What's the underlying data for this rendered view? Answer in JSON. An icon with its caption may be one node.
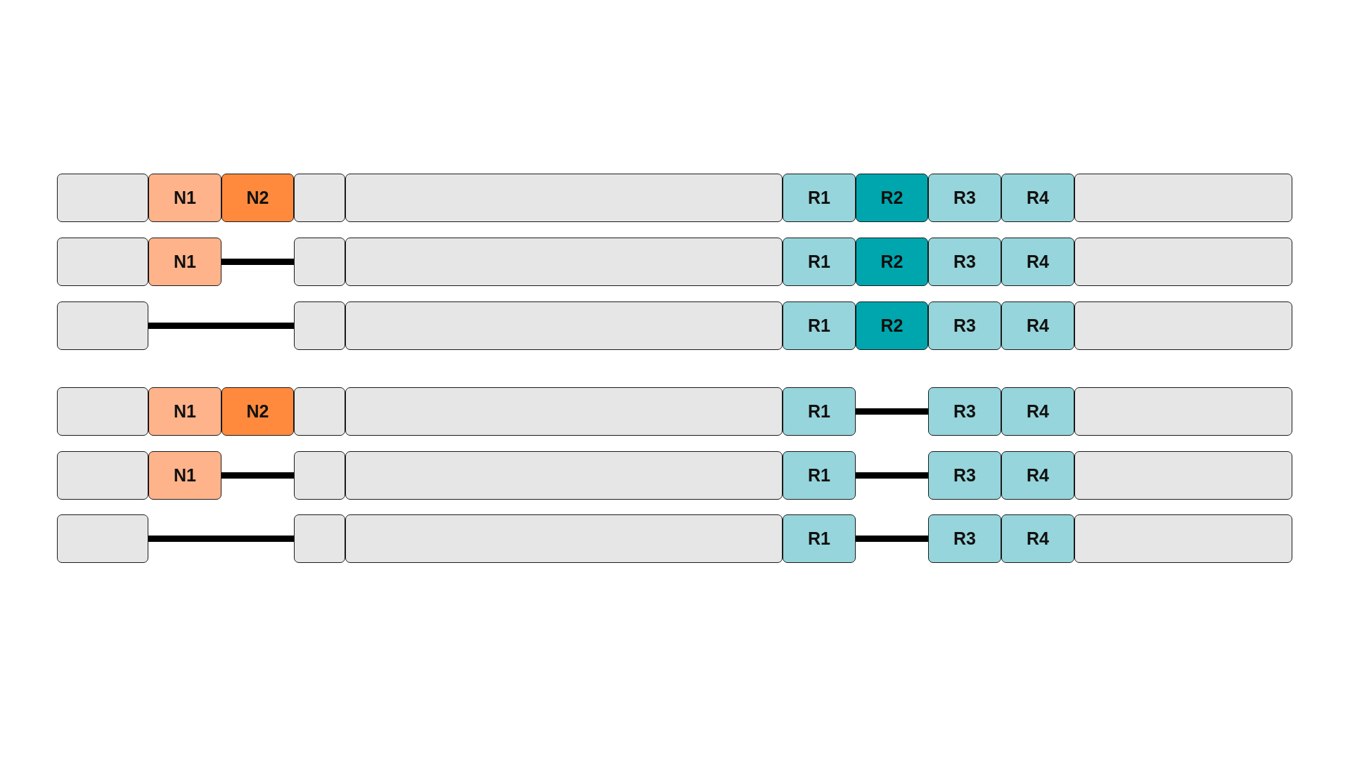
{
  "diagram": {
    "nodes": [
      {
        "text": [],
        "shape": "box"
      },
      {
        "text": [
          "N1"
        ]
      },
      {
        "text": [
          "N2"
        ]
      },
      {
        "text": [],
        "shape": "box"
      },
      {
        "text": [],
        "shape": "box"
      },
      {
        "text": [
          "R1"
        ]
      },
      {
        "text": [
          "R2"
        ]
      },
      {
        "text": [
          "R3"
        ]
      },
      {
        "text": [
          "R4"
        ]
      },
      {
        "text": [],
        "shape": "box"
      },
      {
        "text": [],
        "shape": "box"
      },
      {
        "text": [
          "N1"
        ]
      },
      {
        "text": [],
        "shape": "box"
      },
      {
        "text": [],
        "shape": "box"
      },
      {
        "text": [
          "R1"
        ]
      },
      {
        "text": [
          "R2"
        ]
      },
      {
        "text": [
          "R3"
        ]
      },
      {
        "text": [
          "R4"
        ]
      },
      {
        "text": [],
        "shape": "box"
      },
      {
        "text": [],
        "shape": "box"
      },
      {
        "text": [],
        "shape": "box"
      },
      {
        "text": [],
        "shape": "box"
      },
      {
        "text": [
          "R1"
        ]
      },
      {
        "text": [
          "R2"
        ]
      },
      {
        "text": [
          "R3"
        ]
      },
      {
        "text": [
          "R4"
        ]
      },
      {
        "text": [],
        "shape": "box"
      },
      {
        "text": [],
        "shape": "box"
      },
      {
        "text": [
          "N1"
        ]
      },
      {
        "text": [
          "N2"
        ]
      },
      {
        "text": [],
        "shape": "box"
      },
      {
        "text": [],
        "shape": "box"
      },
      {
        "text": [
          "R1"
        ]
      },
      {
        "text": [
          "R3"
        ]
      },
      {
        "text": [
          "R4"
        ]
      },
      {
        "text": [],
        "shape": "box"
      },
      {
        "text": [],
        "shape": "box"
      },
      {
        "text": [
          "N1"
        ]
      },
      {
        "text": [],
        "shape": "box"
      },
      {
        "text": [],
        "shape": "box"
      },
      {
        "text": [
          "R1"
        ]
      },
      {
        "text": [
          "R3"
        ]
      },
      {
        "text": [
          "R4"
        ]
      },
      {
        "text": [],
        "shape": "box"
      },
      {
        "text": [],
        "shape": "box"
      },
      {
        "text": [],
        "shape": "box"
      },
      {
        "text": [],
        "shape": "box"
      },
      {
        "text": [
          "R1"
        ]
      },
      {
        "text": [
          "R3"
        ]
      },
      {
        "text": [
          "R4"
        ]
      },
      {
        "text": [],
        "shape": "box"
      }
    ],
    "edges": [
      {
        "from": 11,
        "to": 12,
        "arrow": "none"
      },
      {
        "from": 19,
        "to": 20,
        "arrow": "none"
      },
      {
        "from": 32,
        "to": 33,
        "arrow": "none"
      },
      {
        "from": 37,
        "to": 38,
        "arrow": "none"
      },
      {
        "from": 40,
        "to": 41,
        "arrow": "none"
      },
      {
        "from": 44,
        "to": 45,
        "arrow": "none"
      },
      {
        "from": 47,
        "to": 48,
        "arrow": "none"
      }
    ]
  }
}
